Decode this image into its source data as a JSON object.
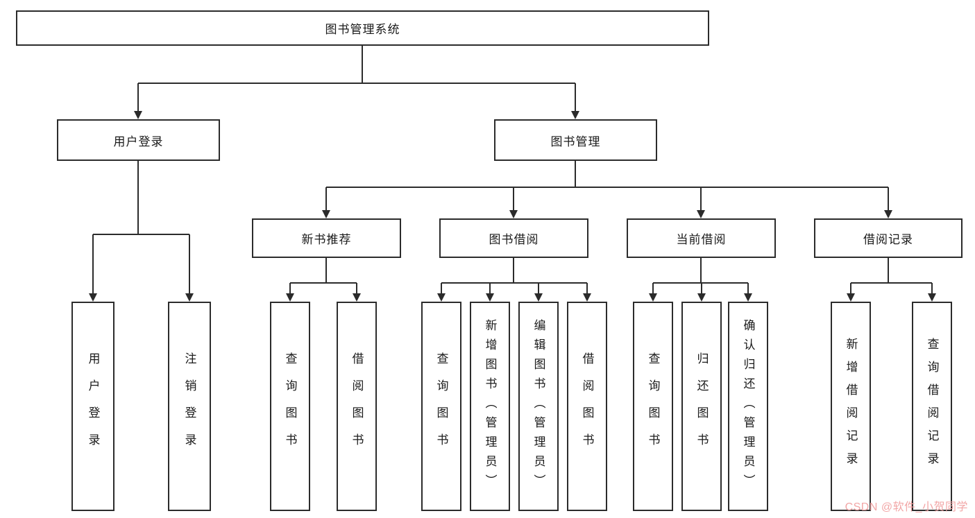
{
  "root_label": "图书管理系统",
  "level2": {
    "user_login": "用户登录",
    "book_mgmt": "图书管理"
  },
  "level3": {
    "new_book": "新书推荐",
    "borrow": "图书借阅",
    "current": "当前借阅",
    "records": "借阅记录"
  },
  "leaves": {
    "user": [
      "用户登录",
      "注销登录"
    ],
    "new_book": [
      "查询图书",
      "借阅图书"
    ],
    "borrow": [
      "查询图书",
      "新增图书（管理员）",
      "编辑图书（管理员）",
      "借阅图书"
    ],
    "current": [
      "查询图书",
      "归还图书",
      "确认归还（管理员）"
    ],
    "records": [
      "新增借阅记录",
      "查询借阅记录"
    ]
  },
  "watermark": "CSDN @软件_小贺同学",
  "colors": {
    "line": "#2b2b2b",
    "watermark": "#f2a6a6",
    "background": "#ffffff"
  }
}
